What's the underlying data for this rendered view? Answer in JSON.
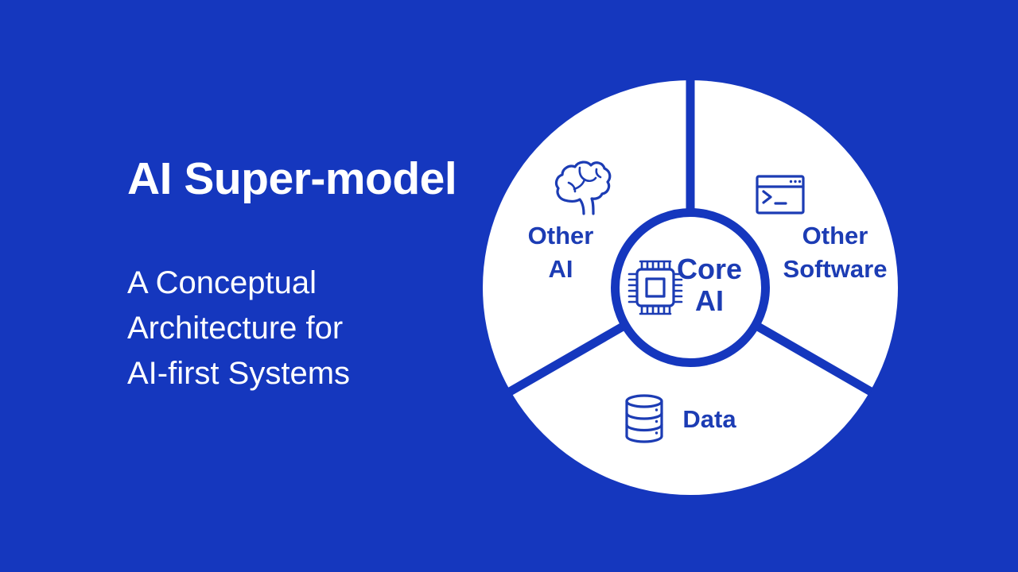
{
  "slide": {
    "title": "AI Super-model",
    "subtitle_lines": [
      "A Conceptual",
      "Architecture for",
      "AI-first Systems"
    ]
  },
  "diagram": {
    "description": "Circle diagram with three segments around a central hub",
    "center": {
      "line1": "Core",
      "line2": "AI",
      "icon": "cpu-chip-icon"
    },
    "segments": [
      {
        "id": "other-ai",
        "line1": "Other",
        "line2": "AI",
        "icon": "brain-icon",
        "position": "top-left"
      },
      {
        "id": "other-software",
        "line1": "Other",
        "line2": "Software",
        "icon": "terminal-window-icon",
        "position": "top-right"
      },
      {
        "id": "data",
        "line1": "Data",
        "icon": "database-icon",
        "position": "bottom"
      }
    ]
  },
  "colors": {
    "background_blue": "#1537BE",
    "diagram_blue": "#1C3CB4",
    "text_white": "#FFFFFF"
  }
}
